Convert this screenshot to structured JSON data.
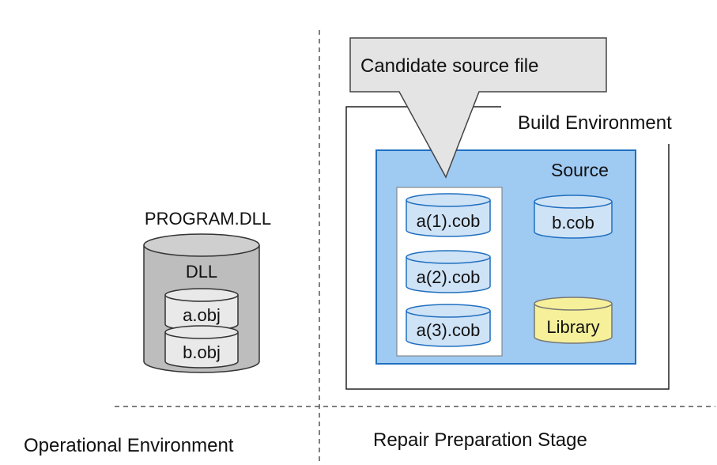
{
  "callout": {
    "text": "Candidate source file"
  },
  "build_env": {
    "label": "Build Environment"
  },
  "source": {
    "label": "Source",
    "candidates": [
      "a(1).cob",
      "a(2).cob",
      "a(3).cob"
    ],
    "other_file": "b.cob",
    "library": "Library"
  },
  "program": {
    "title": "PROGRAM.DLL",
    "db_label": "DLL",
    "objects": [
      "a.obj",
      "b.obj"
    ]
  },
  "footer": {
    "left": "Operational Environment",
    "right": "Repair Preparation Stage"
  },
  "colors": {
    "source_fill": "#9fcaf2",
    "source_stroke": "#1f6fbf",
    "cyl_blue": "#cfe3f7",
    "cyl_yellow": "#f6f09a",
    "dll_gray": "#bdbdbd",
    "obj_fill": "#e9e9e9",
    "callout_fill": "#e4e4e4"
  }
}
